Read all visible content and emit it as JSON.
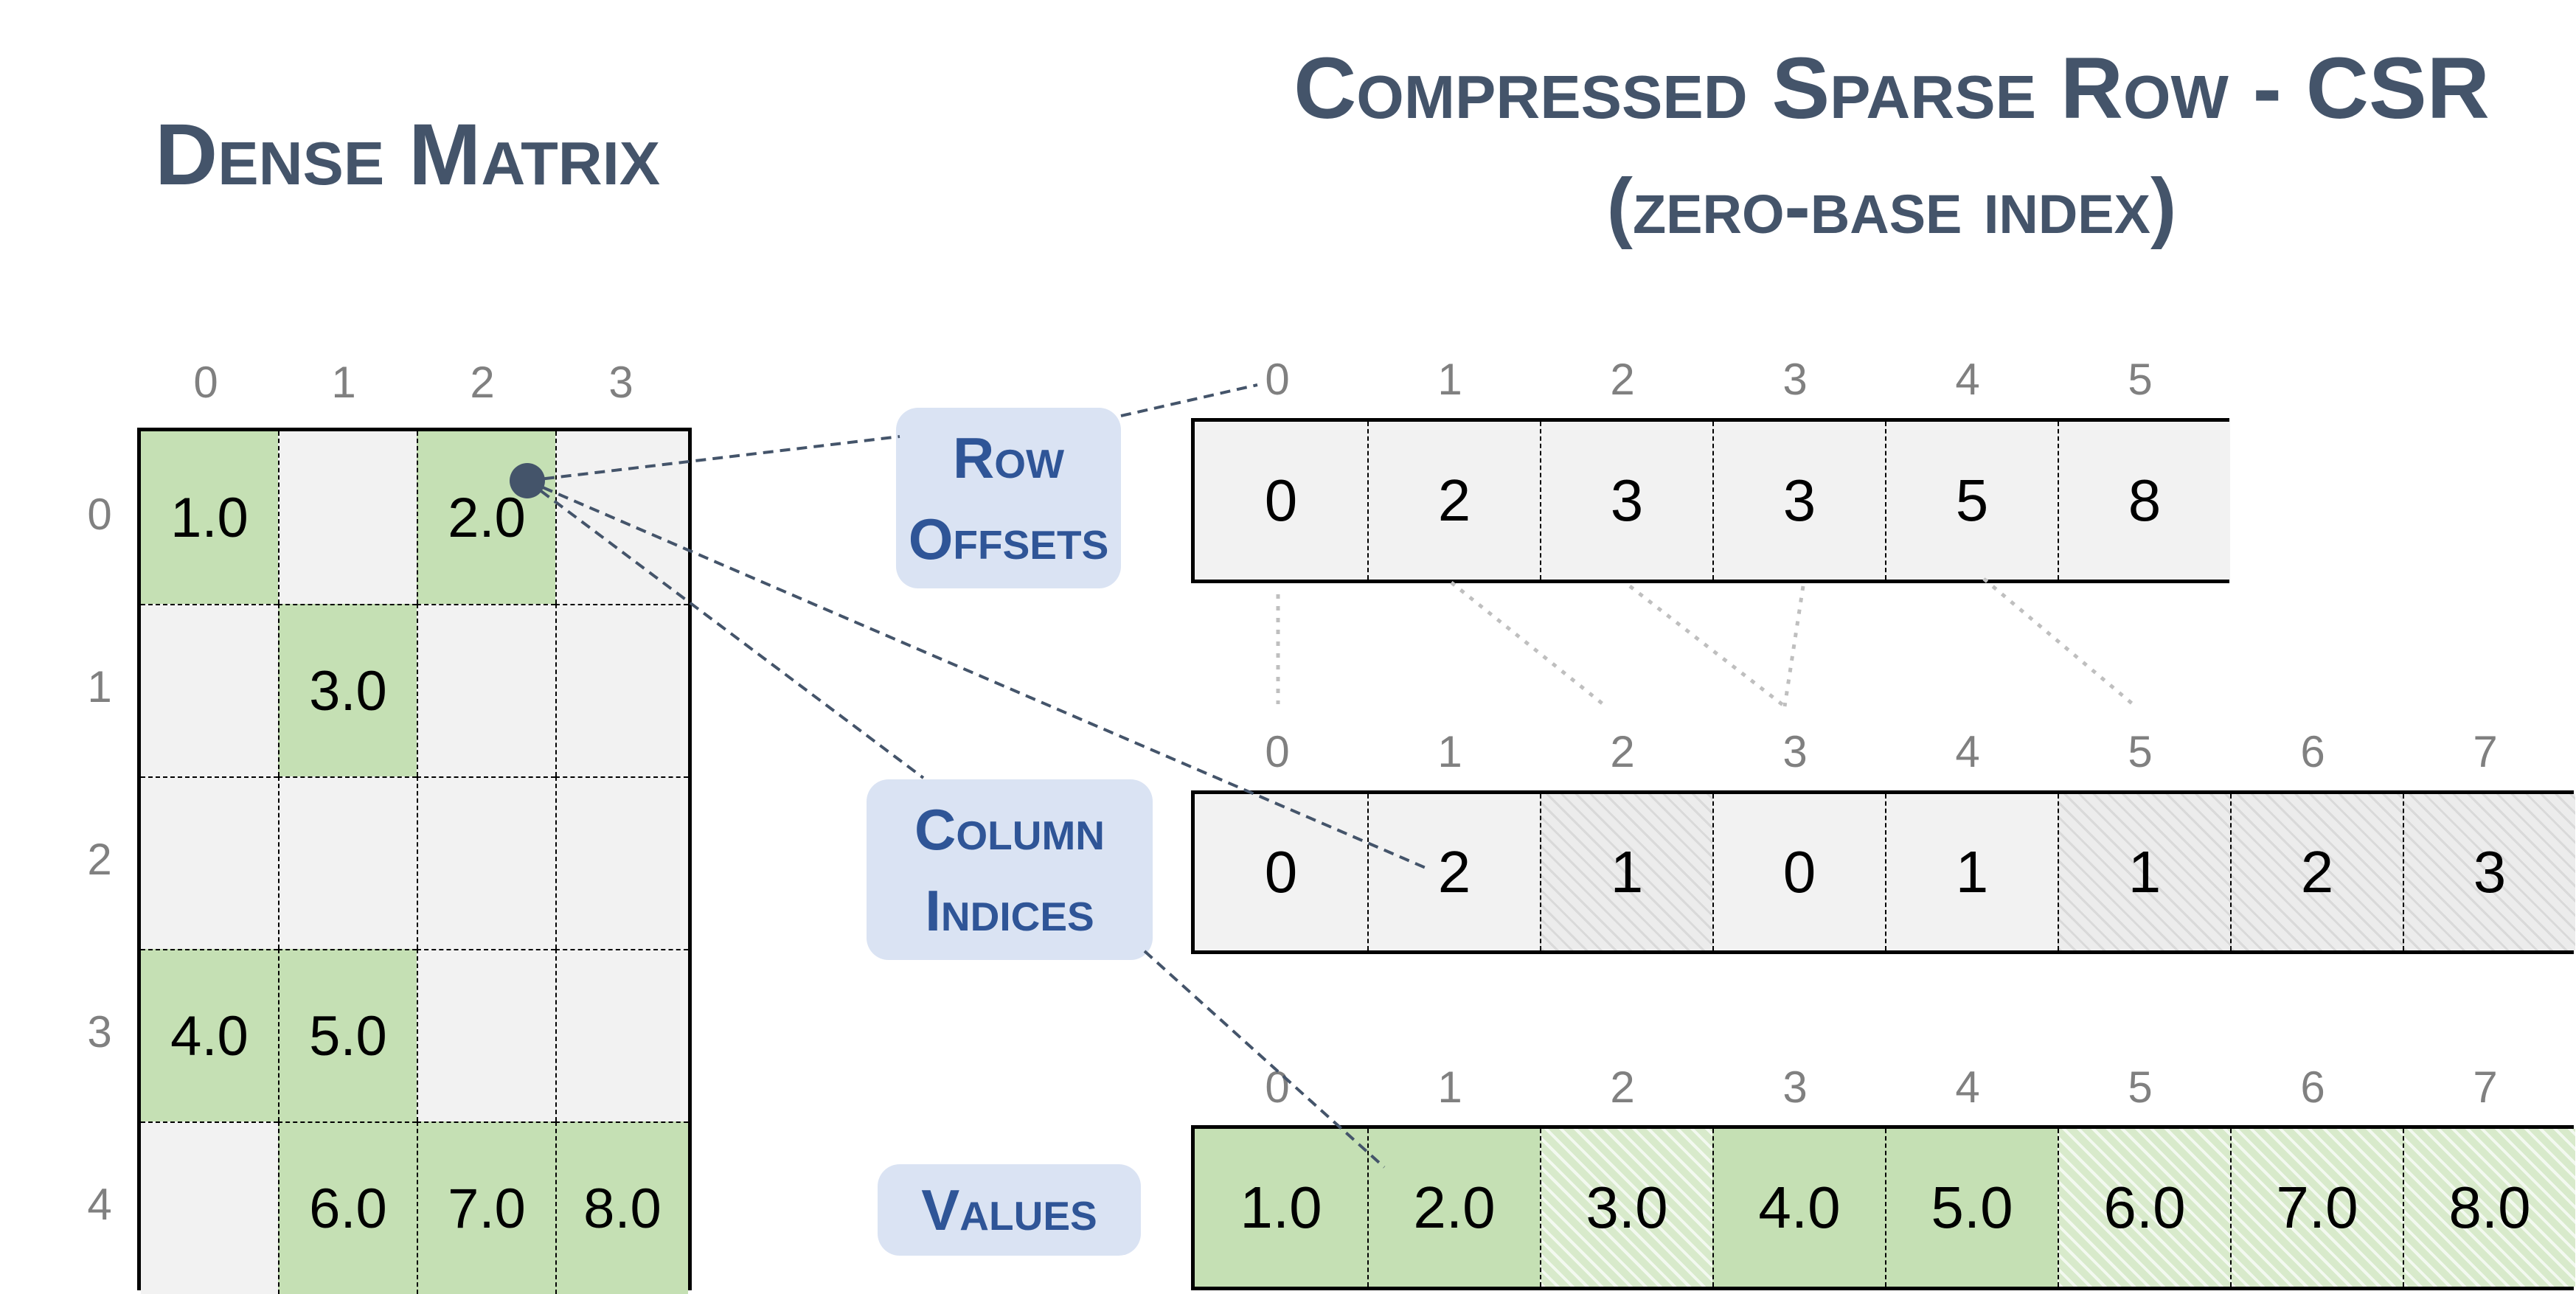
{
  "titles": {
    "dense": "Dense Matrix",
    "csr_line1": "Compressed Sparse Row - CSR",
    "csr_line2": "(zero-base index)"
  },
  "dense_matrix": {
    "col_indices": [
      "0",
      "1",
      "2",
      "3"
    ],
    "row_indices": [
      "0",
      "1",
      "2",
      "3",
      "4"
    ],
    "rows": [
      [
        "1.0",
        "",
        "2.0",
        ""
      ],
      [
        "",
        "3.0",
        "",
        ""
      ],
      [
        "",
        "",
        "",
        ""
      ],
      [
        "4.0",
        "5.0",
        "",
        ""
      ],
      [
        "",
        "6.0",
        "7.0",
        "8.0"
      ]
    ]
  },
  "labels": {
    "row_offsets": [
      "Row",
      "Offsets"
    ],
    "column_indices": [
      "Column",
      "Indices"
    ],
    "values": "Values"
  },
  "row_offsets": {
    "indices": [
      "0",
      "1",
      "2",
      "3",
      "4",
      "5"
    ],
    "values": [
      "0",
      "2",
      "3",
      "3",
      "5",
      "8"
    ]
  },
  "column_indices": {
    "indices": [
      "0",
      "1",
      "2",
      "3",
      "4",
      "5",
      "6",
      "7"
    ],
    "values": [
      "0",
      "2",
      "1",
      "0",
      "1",
      "1",
      "2",
      "3"
    ],
    "hatched": [
      false,
      false,
      true,
      false,
      false,
      true,
      true,
      true
    ]
  },
  "values_array": {
    "indices": [
      "0",
      "1",
      "2",
      "3",
      "4",
      "5",
      "6",
      "7"
    ],
    "values": [
      "1.0",
      "2.0",
      "3.0",
      "4.0",
      "5.0",
      "6.0",
      "7.0",
      "8.0"
    ],
    "hatched": [
      false,
      false,
      true,
      false,
      false,
      true,
      true,
      true
    ]
  },
  "colors": {
    "title": "#44546a",
    "label_text": "#2f5597",
    "label_bg": "#dae3f3",
    "nonzero_fill": "#c5e0b4",
    "empty_fill": "#f2f2f2",
    "index_text": "#808080",
    "connector": "#44546a"
  }
}
